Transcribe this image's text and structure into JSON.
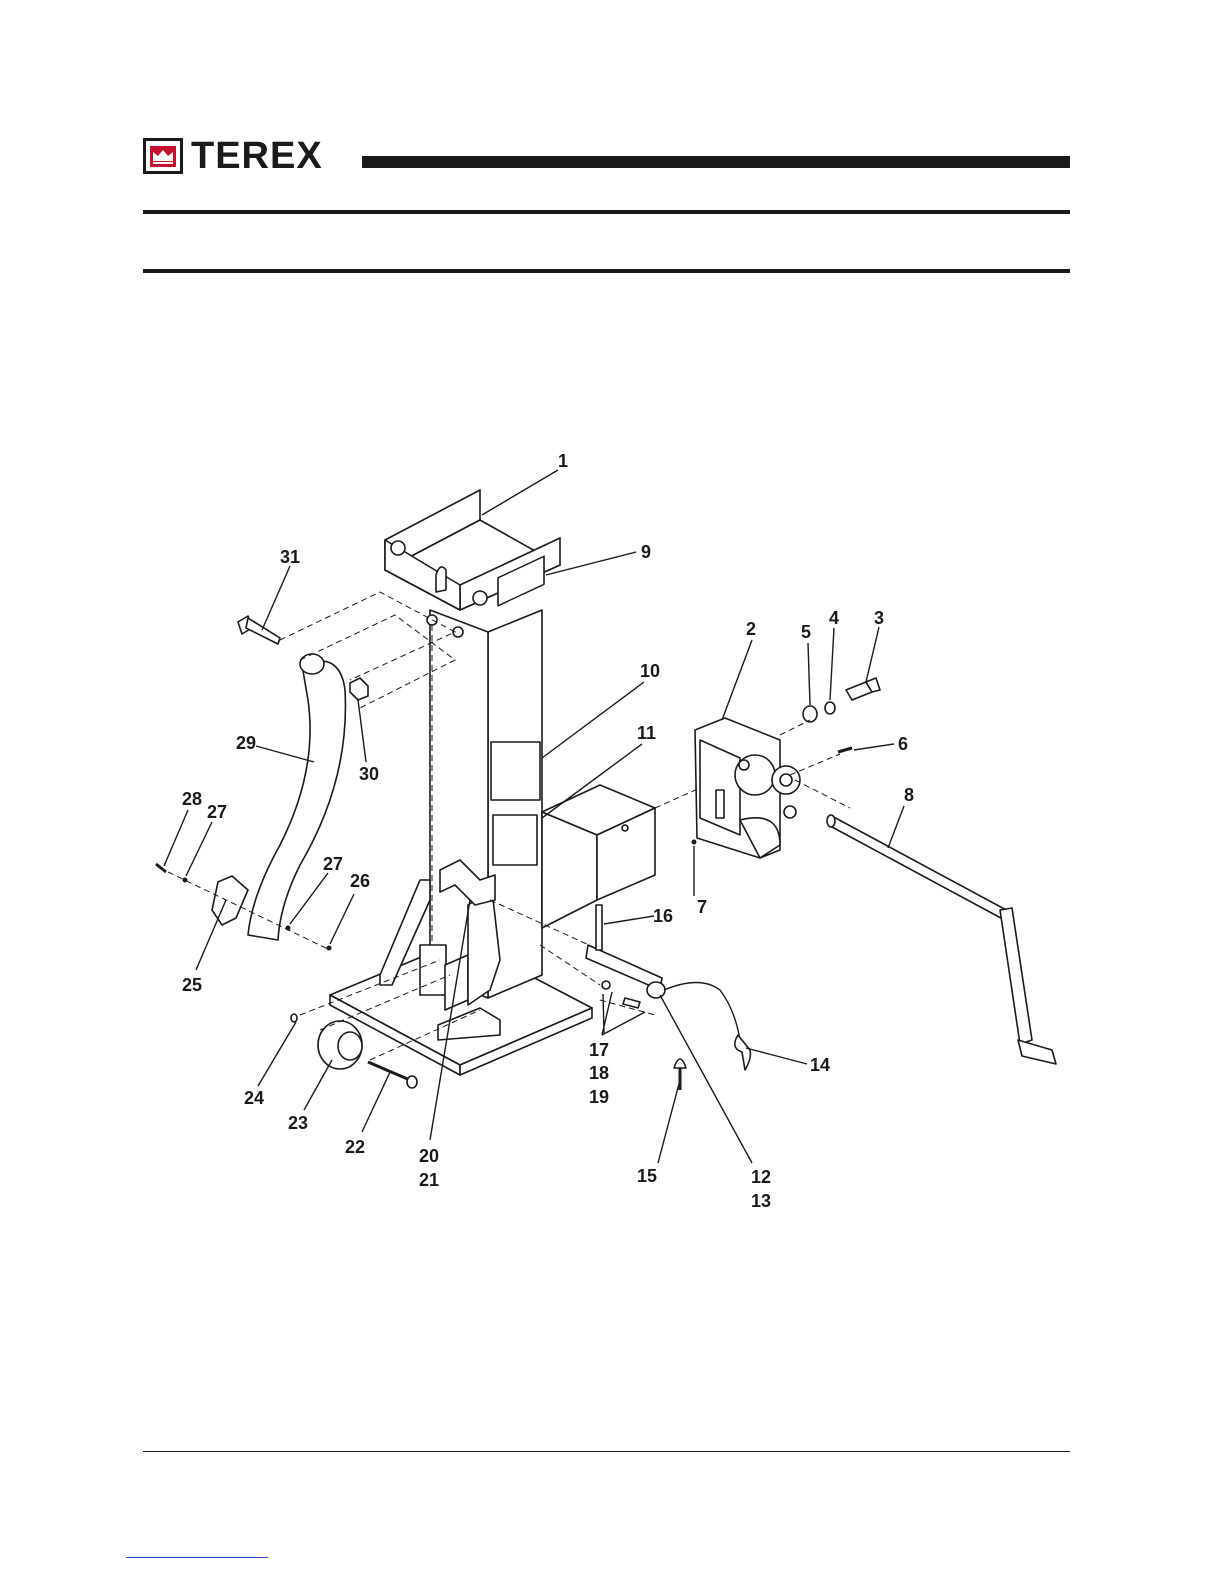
{
  "brand": {
    "name": "TEREX",
    "accent_color": "#c8102e",
    "icon": "crown-logo-icon"
  },
  "diagram": {
    "callouts": [
      {
        "id": "c1",
        "text": "1"
      },
      {
        "id": "c2",
        "text": "2"
      },
      {
        "id": "c3",
        "text": "3"
      },
      {
        "id": "c4",
        "text": "4"
      },
      {
        "id": "c5",
        "text": "5"
      },
      {
        "id": "c6",
        "text": "6"
      },
      {
        "id": "c7",
        "text": "7"
      },
      {
        "id": "c8",
        "text": "8"
      },
      {
        "id": "c9",
        "text": "9"
      },
      {
        "id": "c10",
        "text": "10"
      },
      {
        "id": "c11",
        "text": "11"
      },
      {
        "id": "c12",
        "text": "12"
      },
      {
        "id": "c13",
        "text": "13"
      },
      {
        "id": "c14",
        "text": "14"
      },
      {
        "id": "c15",
        "text": "15"
      },
      {
        "id": "c16",
        "text": "16"
      },
      {
        "id": "c17",
        "text": "17"
      },
      {
        "id": "c18",
        "text": "18"
      },
      {
        "id": "c19",
        "text": "19"
      },
      {
        "id": "c20",
        "text": "20"
      },
      {
        "id": "c21",
        "text": "21"
      },
      {
        "id": "c22",
        "text": "22"
      },
      {
        "id": "c23",
        "text": "23"
      },
      {
        "id": "c24",
        "text": "24"
      },
      {
        "id": "c25",
        "text": "25"
      },
      {
        "id": "c26",
        "text": "26"
      },
      {
        "id": "c27a",
        "text": "27"
      },
      {
        "id": "c27b",
        "text": "27"
      },
      {
        "id": "c28",
        "text": "28"
      },
      {
        "id": "c29",
        "text": "29"
      },
      {
        "id": "c30",
        "text": "30"
      },
      {
        "id": "c31",
        "text": "31"
      }
    ]
  }
}
